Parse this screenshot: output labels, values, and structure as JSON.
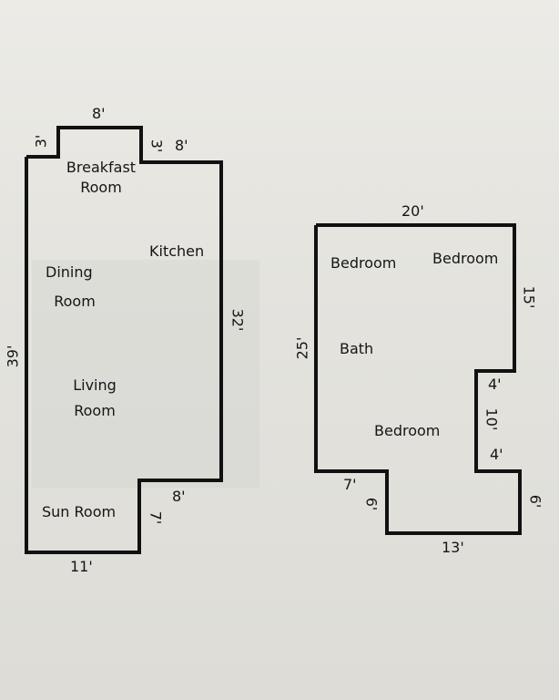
{
  "diagram": {
    "type": "floor-plan",
    "wall_color": "#111111",
    "background_color": "#e6e5e0"
  },
  "first_floor": {
    "rooms": [
      {
        "label_line1": "Breakfast",
        "label_line2": "Room"
      },
      {
        "label_line1": "Kitchen"
      },
      {
        "label_line1": "Dining",
        "label_line2": "Room"
      },
      {
        "label_line1": "Living",
        "label_line2": "Room"
      },
      {
        "label_line1": "Sun Room"
      }
    ],
    "dimensions": {
      "top_bump": "8'",
      "left_step": "3'",
      "right_step": "3'",
      "top_right": "8'",
      "left_wall": "39'",
      "right_wall": "32'",
      "notch_top": "8'",
      "notch_side": "7'",
      "bottom": "11'"
    }
  },
  "second_floor": {
    "rooms": [
      {
        "label": "Bedroom"
      },
      {
        "label": "Bedroom"
      },
      {
        "label": "Bath"
      },
      {
        "label": "Bedroom"
      }
    ],
    "dimensions": {
      "top": "20'",
      "left_wall": "25'",
      "right_upper": "15'",
      "notch_in_top": "4'",
      "notch_side": "10'",
      "notch_in_bottom": "4'",
      "right_lower": "6'",
      "bottom": "13'",
      "bottom_left_step": "7'",
      "bottom_left_side": "6'"
    }
  }
}
